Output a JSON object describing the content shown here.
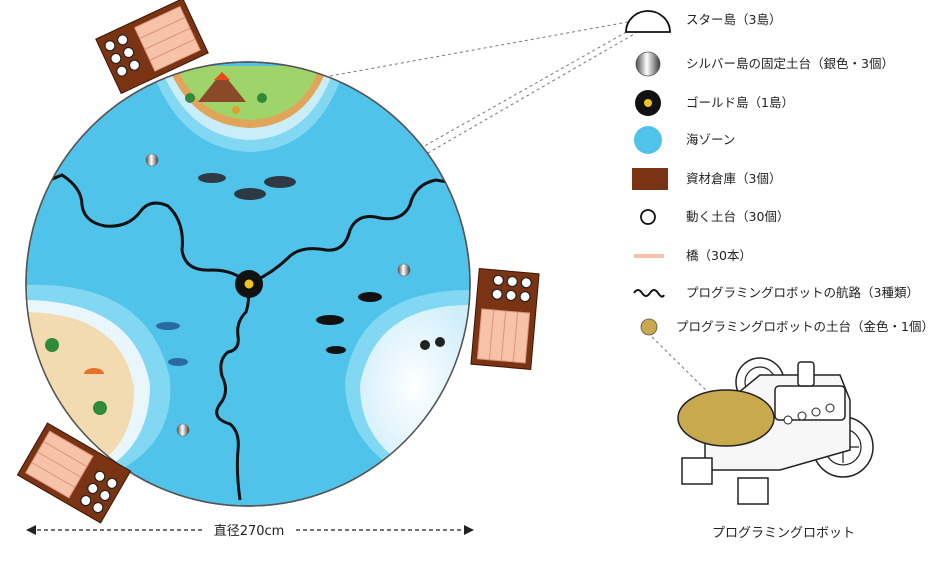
{
  "legend": [
    {
      "icon": "star-island-icon",
      "label": "スター島（3島）"
    },
    {
      "icon": "silver-base-icon",
      "label": "シルバー島の固定土台（銀色・3個）"
    },
    {
      "icon": "gold-island-icon",
      "label": "ゴールド島（1島）"
    },
    {
      "icon": "sea-zone-icon",
      "label": "海ゾーン"
    },
    {
      "icon": "storage-icon",
      "label": "資材倉庫（3個）"
    },
    {
      "icon": "moving-base-icon",
      "label": "動く土台（30個）"
    },
    {
      "icon": "bridge-icon",
      "label": "橋（30本）"
    },
    {
      "icon": "route-icon",
      "label": "プログラミングロボットの航路（3種類）"
    },
    {
      "icon": "robot-base-icon",
      "label": "プログラミングロボットの土台（金色・1個）"
    }
  ],
  "diameter_label": "直径270cm",
  "robot_caption": "プログラミングロボット",
  "colors": {
    "sea": "#4fc3ea",
    "sea_light": "#8fdcf5",
    "storage": "#7a3414",
    "bridge": "#f6c3a8",
    "gold": "#c9a94e",
    "route": "#111111"
  }
}
